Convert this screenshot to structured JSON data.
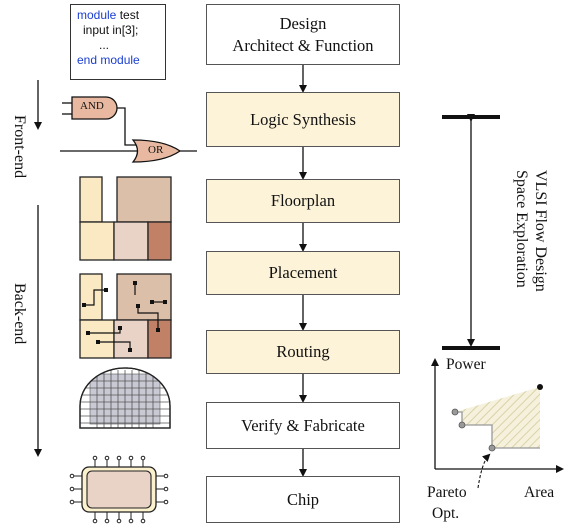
{
  "stage_labels": {
    "front_end": "Front-end",
    "back_end": "Back-end"
  },
  "code_snippet": {
    "line1_keyword": "module",
    "line1_rest": " test",
    "line2": "input in[3];",
    "line3": "...",
    "line4_keyword": "end module"
  },
  "gates": {
    "and_label": "AND",
    "or_label": "OR"
  },
  "flow_steps": [
    {
      "line1": "Design",
      "line2": "Architect & Function",
      "style": "plain"
    },
    {
      "line1": "Logic Synthesis",
      "line2": "",
      "style": "shaded"
    },
    {
      "line1": "Floorplan",
      "line2": "",
      "style": "shaded"
    },
    {
      "line1": "Placement",
      "line2": "",
      "style": "shaded"
    },
    {
      "line1": "Routing",
      "line2": "",
      "style": "shaded"
    },
    {
      "line1": "Verify & Fabricate",
      "line2": "",
      "style": "plain"
    },
    {
      "line1": "Chip",
      "line2": "",
      "style": "plain"
    }
  ],
  "exploration_label": {
    "line1": "VLSI Flow Design",
    "line2": "Space Exploration"
  },
  "pareto_plot": {
    "y_axis_label": "Power",
    "x_axis_label": "Area",
    "annotation_line1": "Pareto",
    "annotation_line2": "Opt."
  },
  "colors": {
    "shaded_box": "#fdf3d8",
    "code_keyword": "#1a3ed0",
    "block_light": "#fbe9c4",
    "block_mid": "#e8d3c6",
    "block_tan": "#dcbfa8",
    "block_dark": "#c08166",
    "gate_fill": "#e8b9a0",
    "chip_fill": "#e8d3c6"
  }
}
